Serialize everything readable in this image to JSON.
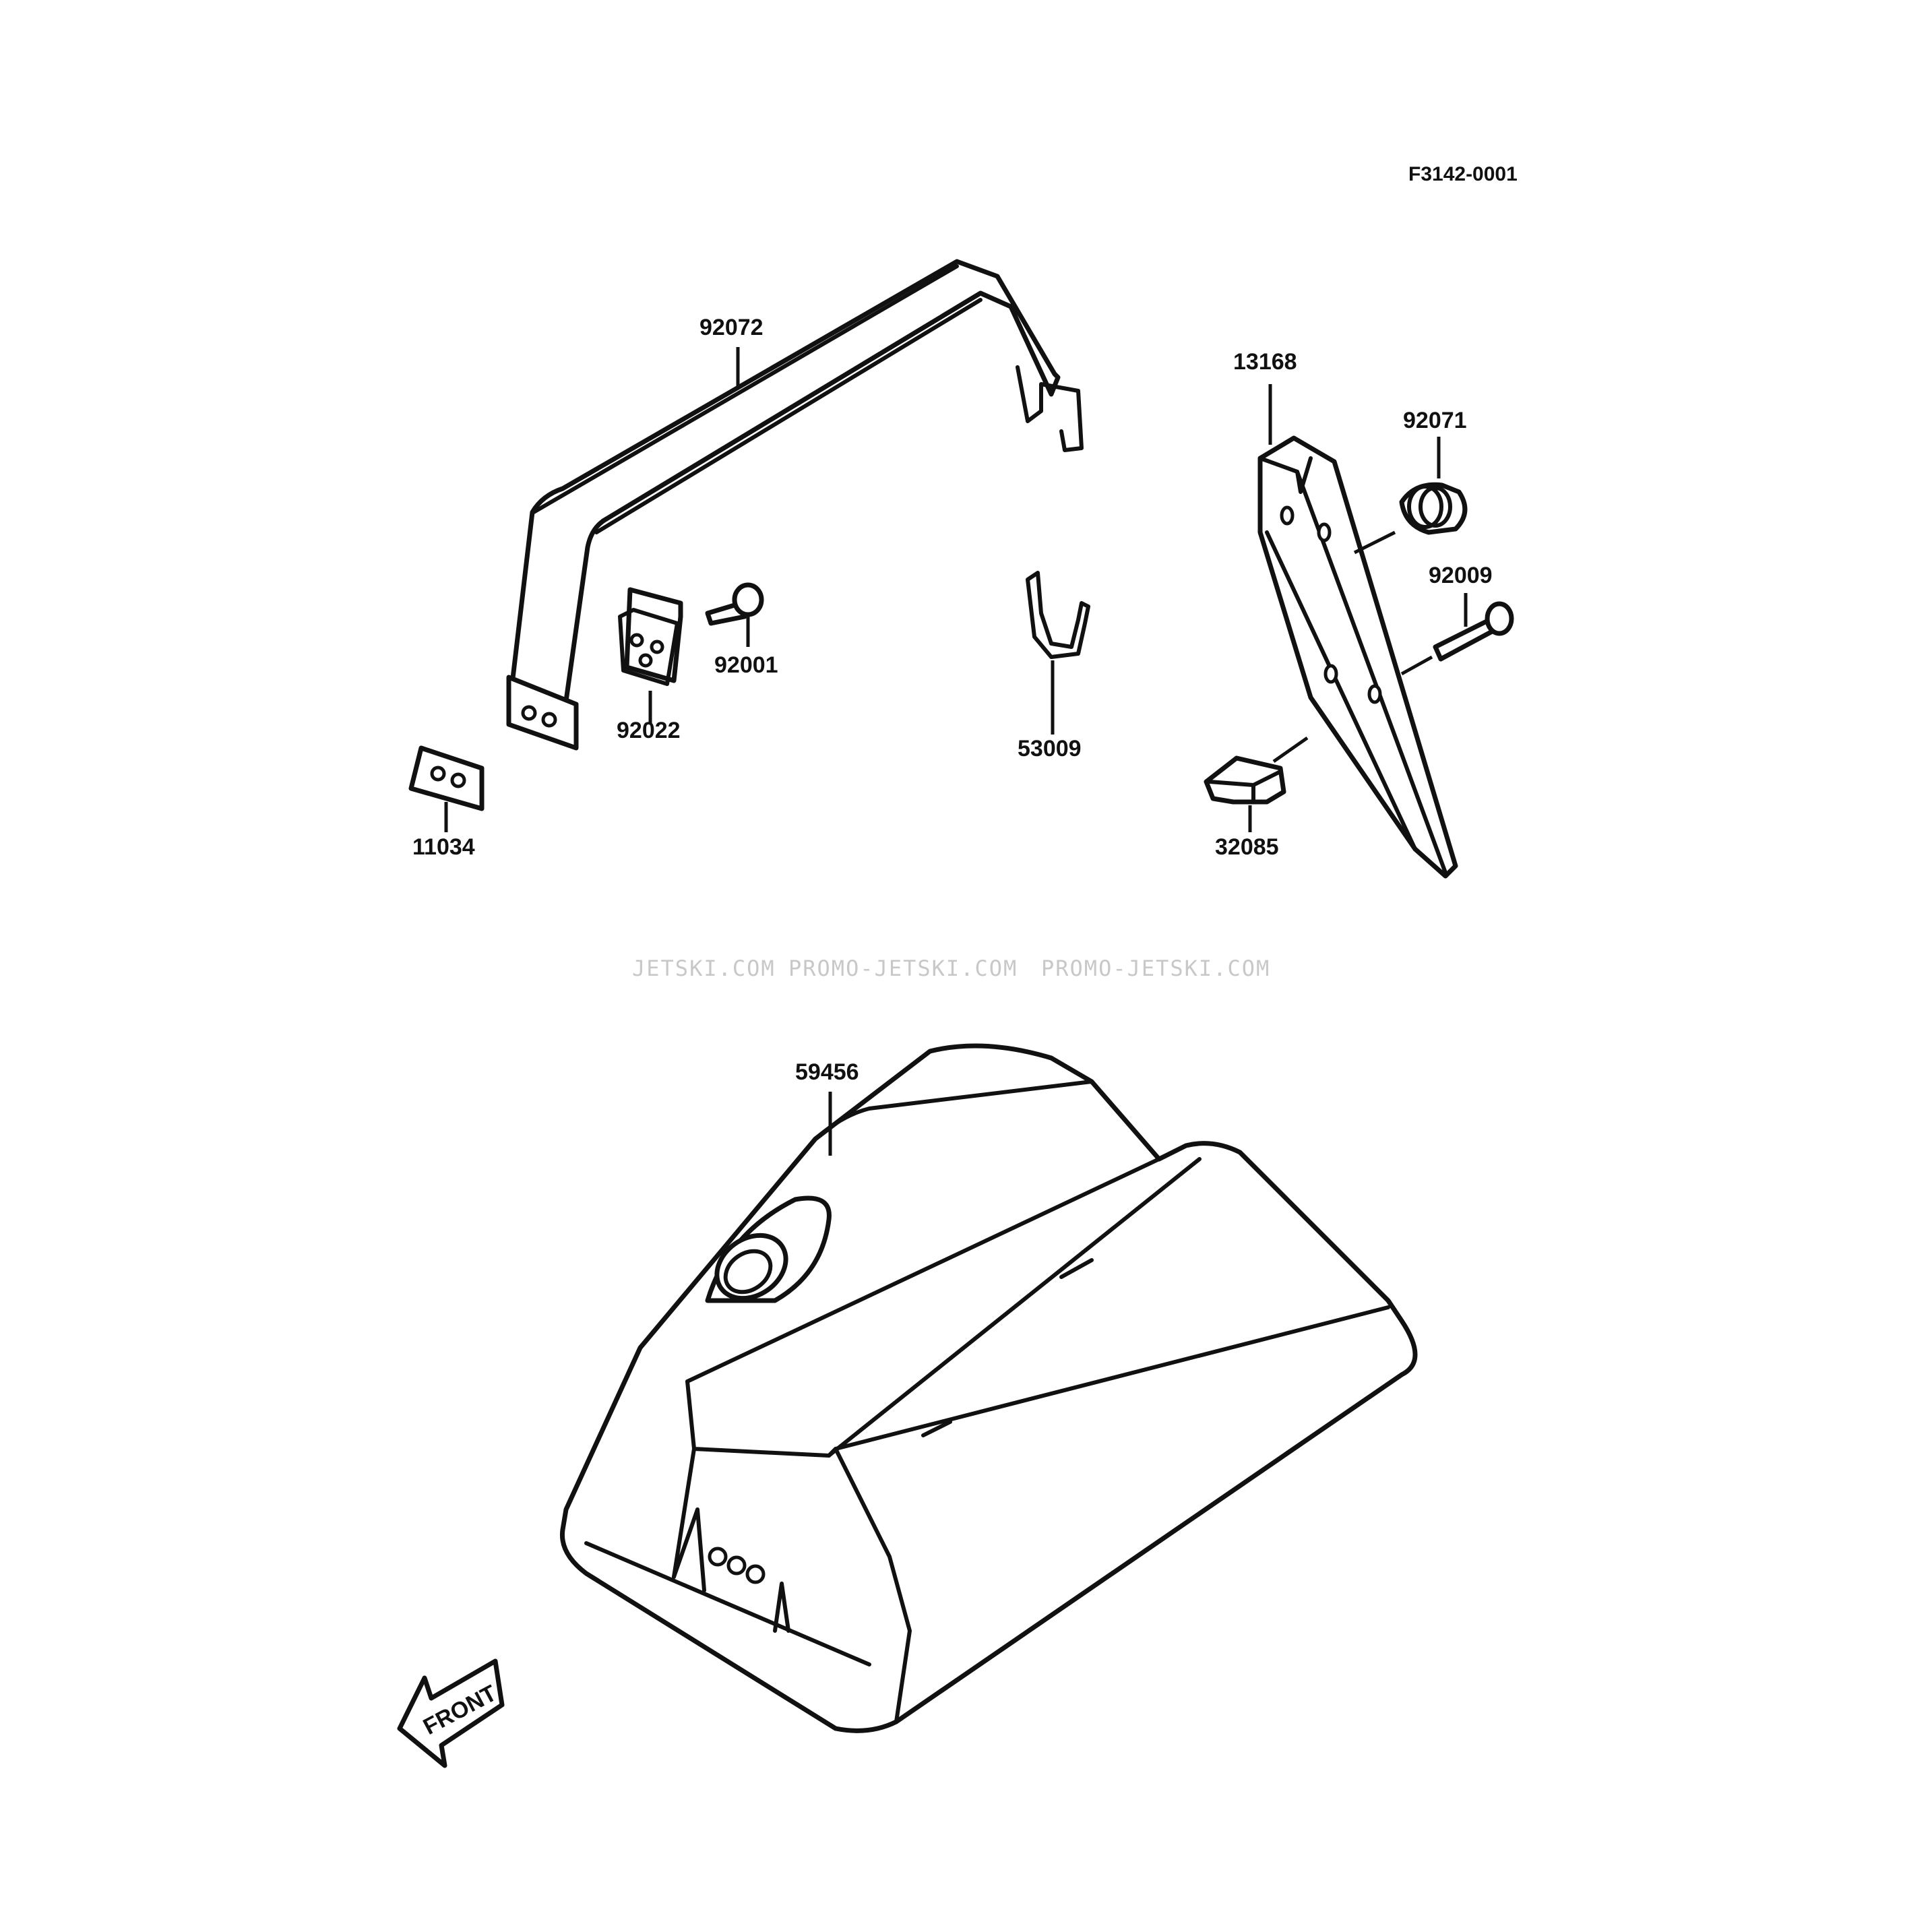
{
  "figure_code": "F3142-0001",
  "watermark": {
    "segments": [
      "JETSKI.COM",
      "PROMO-JETSKI.COM",
      "PROMO-JETSKI.COM"
    ]
  },
  "parts": [
    {
      "part_number": "92072"
    },
    {
      "part_number": "13168"
    },
    {
      "part_number": "92071"
    },
    {
      "part_number": "92009"
    },
    {
      "part_number": "92001"
    },
    {
      "part_number": "92022"
    },
    {
      "part_number": "53009"
    },
    {
      "part_number": "11034"
    },
    {
      "part_number": "32085"
    },
    {
      "part_number": "59456"
    }
  ],
  "direction_arrow": {
    "label": "FRONT"
  }
}
